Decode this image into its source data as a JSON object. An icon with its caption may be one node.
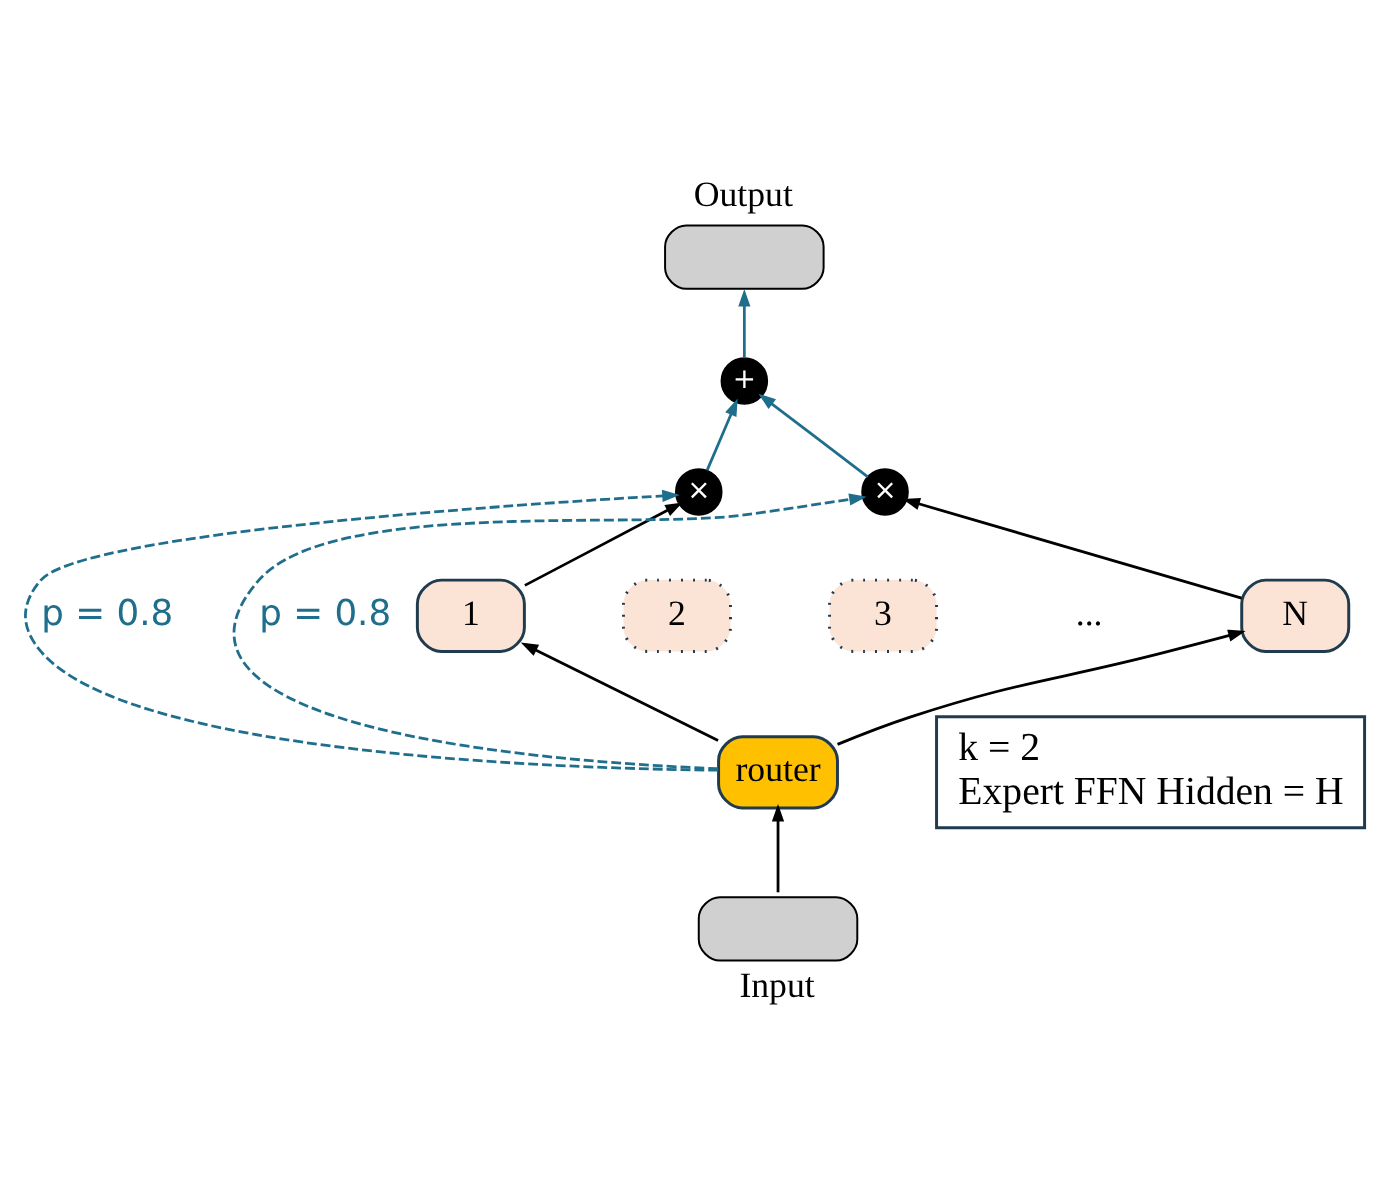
{
  "diagram": {
    "nodes": [
      {
        "text": [
          "Output"
        ]
      },
      {
        "text": [
          "+"
        ]
      },
      {
        "text": [
          "×"
        ]
      },
      {
        "text": [
          "×"
        ]
      },
      {
        "text": [
          "1"
        ]
      },
      {
        "text": [
          "2"
        ]
      },
      {
        "text": [
          "3"
        ]
      },
      {
        "text": [
          "N"
        ]
      },
      {
        "text": [
          "router"
        ]
      },
      {
        "text": [
          "Input"
        ]
      },
      {
        "text": [
          "k = 2",
          "Expert FFN Hidden = H"
        ]
      }
    ],
    "edges": [
      {
        "from": 9,
        "to": 8,
        "arrow": "to"
      },
      {
        "from": 8,
        "to": 4,
        "arrow": "to"
      },
      {
        "from": 8,
        "to": 7,
        "arrow": "to"
      },
      {
        "from": 8,
        "to": 2,
        "arrow": "to",
        "style": "dashed",
        "color": "#1f6e8c",
        "label": "p = 0.8"
      },
      {
        "from": 8,
        "to": 3,
        "arrow": "to",
        "style": "dashed",
        "color": "#1f6e8c",
        "label": "p = 0.8"
      },
      {
        "from": 4,
        "to": 2,
        "arrow": "to"
      },
      {
        "from": 7,
        "to": 3,
        "arrow": "to"
      },
      {
        "from": 2,
        "to": 1,
        "arrow": "to",
        "color": "#1f6e8c"
      },
      {
        "from": 3,
        "to": 1,
        "arrow": "to",
        "color": "#1f6e8c"
      },
      {
        "from": 1,
        "to": 0,
        "arrow": "to",
        "color": "#1f6e8c"
      }
    ],
    "labels": [
      "..."
    ]
  }
}
